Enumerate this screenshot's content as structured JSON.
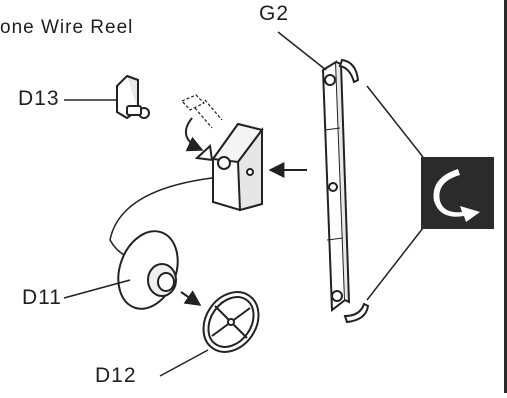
{
  "diagram": {
    "title": "one Wire Reel",
    "labels": {
      "g2": "G2",
      "d13": "D13",
      "d11": "D11",
      "d12": "D12"
    },
    "icon": "rotate-arrow-icon",
    "colors": {
      "ink": "#222222",
      "icon_bg": "#2b2b2b",
      "icon_fg": "#ffffff"
    }
  }
}
